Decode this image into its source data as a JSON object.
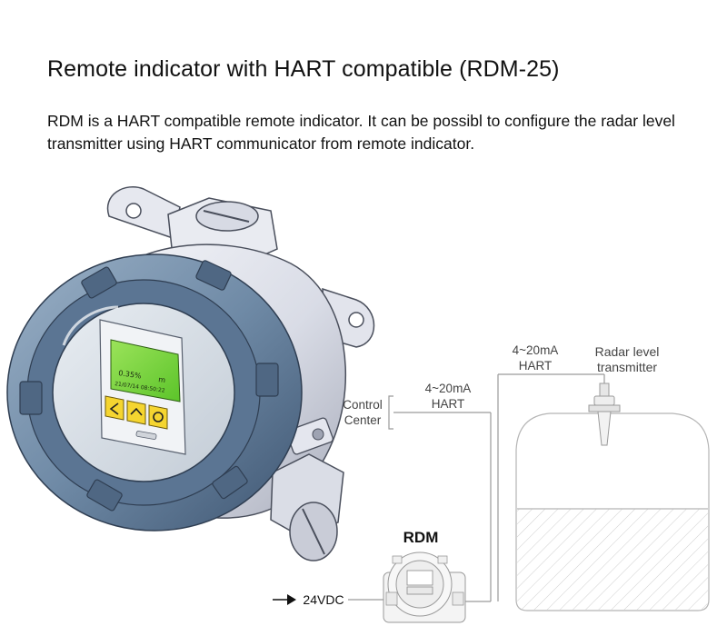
{
  "page": {
    "title": "Remote indicator with HART compatible (RDM-25)",
    "description": "RDM is a HART compatible remote indicator. It can be possibl to configure the radar level transmitter using HART communicator from remote indicator."
  },
  "diagram": {
    "control_center": [
      "Control",
      "Center"
    ],
    "signal_left": [
      "4~20mA",
      "HART"
    ],
    "signal_right": [
      "4~20mA",
      "HART"
    ],
    "transmitter": [
      "Radar level",
      "transmitter"
    ],
    "rdm": "RDM",
    "power": "24VDC"
  },
  "device_display": {
    "value": "0.35%",
    "unit": "m",
    "timestamp": "21/07/14 08:50:22"
  },
  "colors": {
    "housing_body": "#dfe1ea",
    "housing_ring": "#6f8aa6",
    "screen": "#7cd63a",
    "keys": "#f5d530",
    "lines": "#9a9a9a"
  }
}
